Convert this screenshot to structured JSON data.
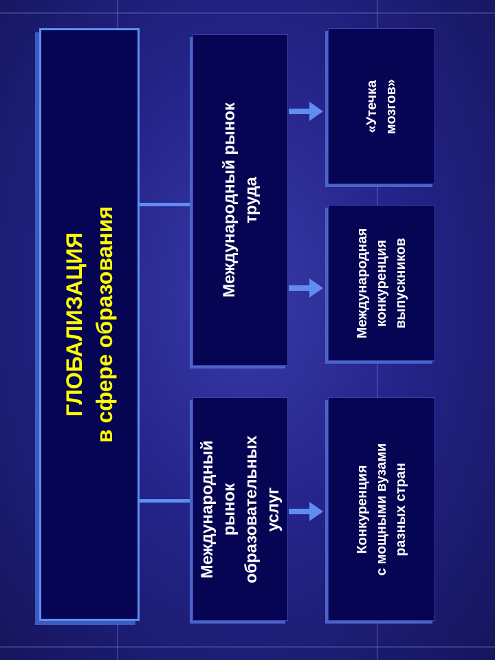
{
  "main": {
    "lines": [
      "ГЛОБАЛИЗАЦИЯ",
      "в сфере образования"
    ]
  },
  "middle": [
    {
      "lines": [
        "Международный рынок",
        "труда"
      ]
    },
    {
      "lines": [
        "Международный",
        "рынок",
        "образовательных",
        "услуг"
      ]
    }
  ],
  "outcomes": [
    {
      "lines": [
        "«Утечка",
        "мозгов»"
      ]
    },
    {
      "lines": [
        "Международная",
        "конкуренция",
        "выпускников"
      ]
    },
    {
      "lines": [
        "Конкуренция",
        "с мощными вузами",
        "разных стран"
      ]
    }
  ],
  "colors": {
    "title": "#ffff00",
    "text": "#ffffff",
    "box": "#050553",
    "connector": "#5f8ef0"
  }
}
